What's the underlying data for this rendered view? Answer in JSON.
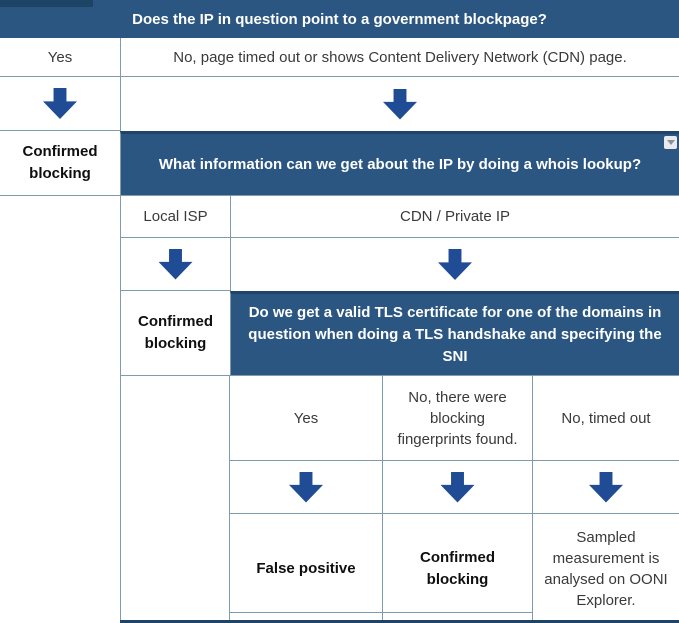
{
  "colors": {
    "cell_blue": "#2b5681",
    "arrow_blue": "#1f4c94",
    "border": "#7f9cac",
    "dark_edge": "#1e4468",
    "header_shade": "#1d4365",
    "text": "#3a3a3a",
    "bold_text": "#0f0f0f",
    "icon_bg": "#e8eaed",
    "icon_glyph": "#8b9196"
  },
  "icons": {
    "down_arrow": "block-down-arrow",
    "dropdown_marker": "dropdown-caret"
  },
  "flowchart": {
    "question_blockpage": "Does the IP in question point to a government blockpage?",
    "answer_yes_1": "Yes",
    "answer_no_cdn": "No, page timed out or shows Content Delivery Network (CDN) page.",
    "outcome_confirmed_1": "Confirmed blocking",
    "question_whois": "What information can we get about the IP by doing a whois lookup?",
    "answer_local_isp": "Local ISP",
    "answer_cdn_private": "CDN / Private IP",
    "outcome_confirmed_2": "Confirmed blocking",
    "question_tls": "Do we get a valid TLS certificate for one of the domains in question when doing a TLS handshake and specifying the SNI",
    "answer_yes_2": "Yes",
    "answer_no_fingerprints": "No, there were blocking fingerprints found.",
    "answer_no_timeout": "No, timed out",
    "outcome_false_positive": "False positive",
    "outcome_confirmed_3": "Confirmed blocking",
    "outcome_sampled": "Sampled measurement is analysed on OONI Explorer."
  }
}
